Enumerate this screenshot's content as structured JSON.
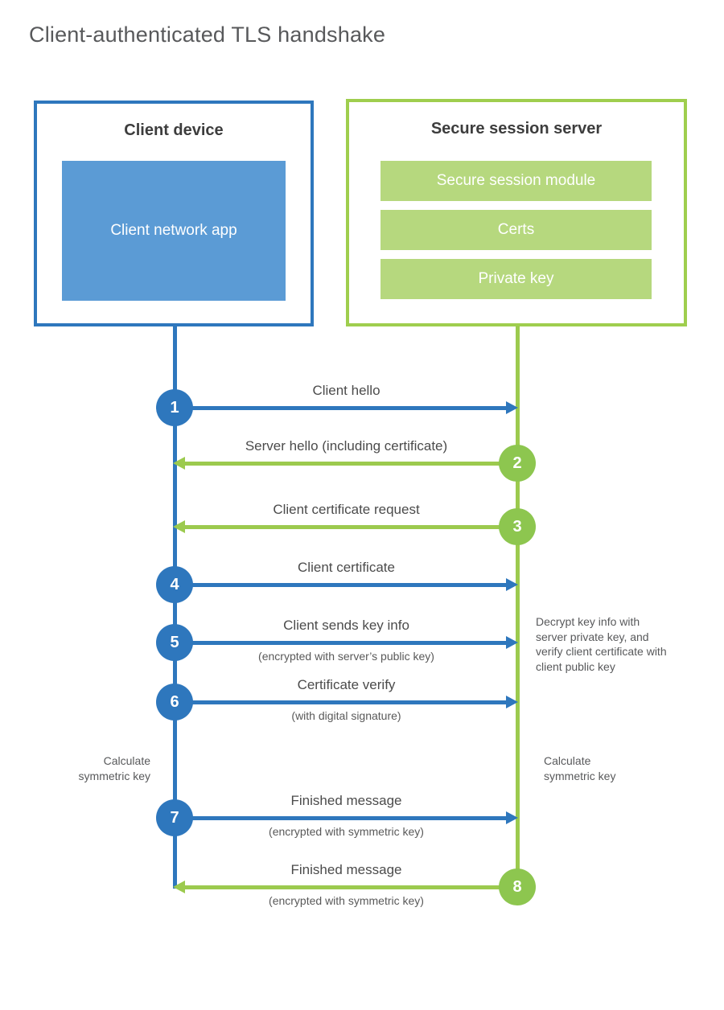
{
  "page": {
    "title": "Client-authenticated TLS handshake"
  },
  "client": {
    "title": "Client device",
    "app_label": "Client network app"
  },
  "server": {
    "title": "Secure session server",
    "modules": [
      "Secure session module",
      "Certs",
      "Private key"
    ]
  },
  "steps": [
    {
      "num": "1",
      "label": "Client hello",
      "direction": "client-to-server"
    },
    {
      "num": "2",
      "label": "Server hello (including certificate)",
      "direction": "server-to-client"
    },
    {
      "num": "3",
      "label": "Client certificate request",
      "direction": "server-to-client"
    },
    {
      "num": "4",
      "label": "Client certificate",
      "direction": "client-to-server"
    },
    {
      "num": "5",
      "label": "Client sends key info",
      "sub": "(encrypted with server’s public key)",
      "direction": "client-to-server"
    },
    {
      "num": "6",
      "label": "Certificate verify",
      "sub": "(with digital signature)",
      "direction": "client-to-server"
    },
    {
      "num": "7",
      "label": "Finished message",
      "sub": "(encrypted with symmetric key)",
      "direction": "client-to-server"
    },
    {
      "num": "8",
      "label": "Finished message",
      "sub": "(encrypted with symmetric key)",
      "direction": "server-to-client"
    }
  ],
  "annotations": {
    "decrypt_note": "Decrypt key info with server private key, and verify client certificate with client public key",
    "calc_left": "Calculate symmetric key",
    "calc_right": "Calculate symmetric key"
  },
  "colors": {
    "blue": "#2e77bd",
    "blue_fill": "#5b9bd5",
    "green": "#9cca4e",
    "green_circle": "#8dc64f",
    "green_fill": "#b6d87e",
    "text_gray": "#58595b"
  }
}
